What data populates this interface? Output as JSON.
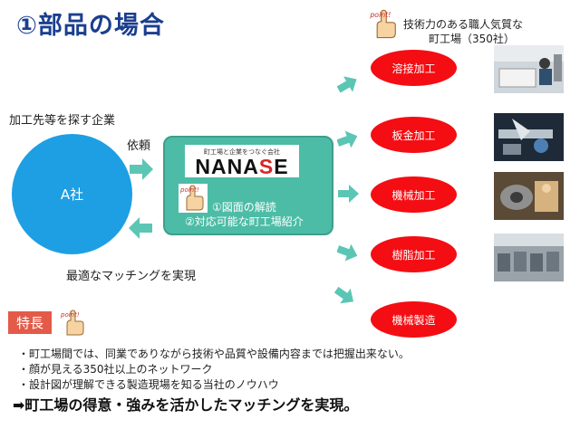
{
  "title": "①部品の場合",
  "seeker": {
    "caption": "加工先等を探す企業",
    "company": "A社",
    "request": "依頼",
    "result": "最適なマッチングを実現"
  },
  "nanase": {
    "tagline": "町工場と企業をつなぐ会社",
    "name_main": "NANA",
    "name_accent": "S",
    "name_end": "E",
    "roles": [
      "①図面の解読",
      "②対応可能な町工場紹介"
    ]
  },
  "factories": {
    "heading_line1": "技術力のある職人気質な",
    "heading_line2": "町工場（350社）",
    "processes": [
      "溶接加工",
      "板金加工",
      "機械加工",
      "樹脂加工",
      "機械製造"
    ]
  },
  "point_badge_text": "point!",
  "features": {
    "label": "特長",
    "items": [
      "・町工場間では、同業でありながら技術や品質や設備内容までは把握出来ない。",
      "・顔が見える350社以上のネットワーク",
      "・設計図が理解できる製造現場を知る当社のノウハウ"
    ],
    "conclusion": "➡町工場の得意・強みを活かしたマッチングを実現。"
  },
  "colors": {
    "title": "#1b3f8f",
    "company_circle": "#1e9fe3",
    "nanase_box": "#4cbca6",
    "arrow": "#5cc6b5",
    "process_oval": "#f40d12",
    "feature_label": "#e35a48"
  }
}
